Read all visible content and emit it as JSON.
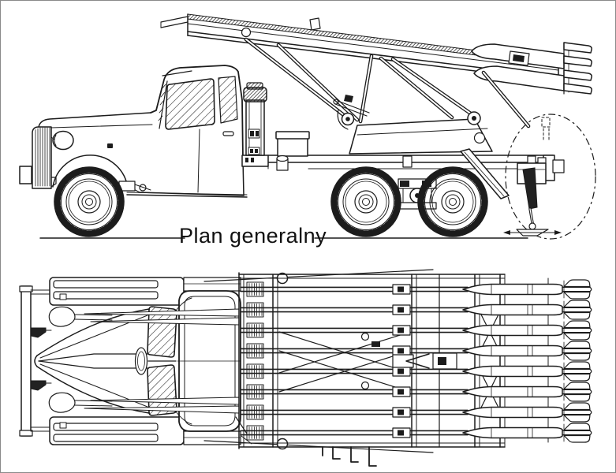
{
  "figure": {
    "caption": "Plan generalny",
    "ink_color": "#1c1c1c",
    "paper_color": "#ffffff",
    "border_color": "#8a8a8a",
    "side_view": {
      "wheels_visible": 3,
      "rocket_fin_bars": 4
    },
    "plan_view": {
      "rocket_rows": 8
    }
  }
}
